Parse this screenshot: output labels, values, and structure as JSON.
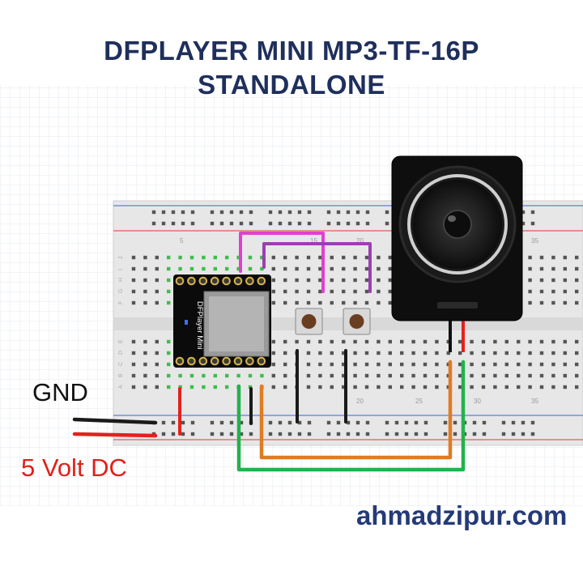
{
  "title_line1": "DFPLAYER MINI MP3-TF-16P",
  "title_line2": "STANDALONE",
  "module_label": "DFPlayer Mini",
  "labels": {
    "gnd": "GND",
    "power": "5 Volt DC",
    "website": "ahmadzipur.com"
  },
  "breadboard": {
    "column_numbers": [
      "5",
      "15",
      "20",
      "25",
      "30",
      "35"
    ],
    "row_letters": [
      "J",
      "I",
      "H",
      "G",
      "F",
      "E",
      "D",
      "C",
      "B",
      "A"
    ]
  },
  "colors": {
    "wire_green": "#22b24c",
    "wire_orange": "#e07b22",
    "wire_black": "#1a1a1a",
    "wire_red": "#e3211d",
    "wire_magenta": "#e13fd0",
    "wire_purple": "#9b3fb0",
    "rail_red": "#e35b5b",
    "rail_blue": "#5b7ee3",
    "hole_green": "#3bbf4a"
  }
}
